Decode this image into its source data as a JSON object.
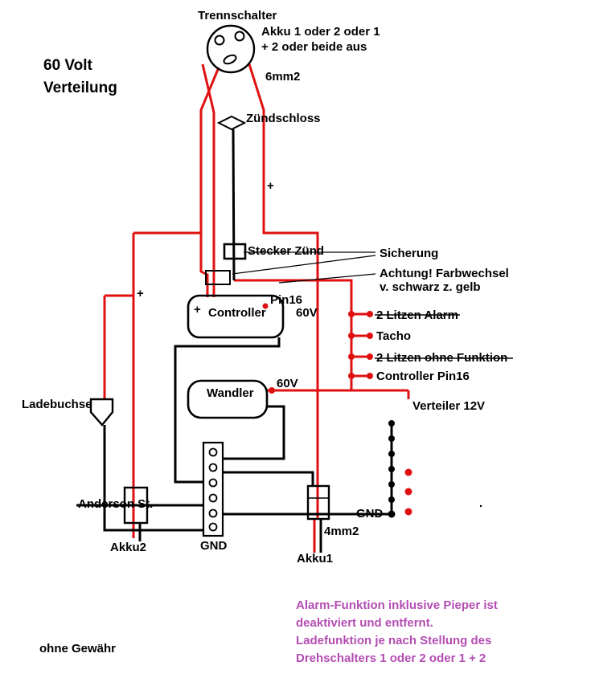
{
  "colors": {
    "wire_red": "#e01010",
    "wire_black": "#000000",
    "note_purple": "#b34db3"
  },
  "title": {
    "line1": "60 Volt",
    "line2": "Verteilung"
  },
  "labels": {
    "trennschalter": "Trennschalter",
    "akku_note_line1": "Akku 1 oder 2 oder 1",
    "akku_note_line2": "+ 2 oder beide aus",
    "wire_6mm2": "6mm2",
    "zuendschloss": "Zündschloss",
    "plus_top": "+",
    "stecker_zuend": "Stecker Zünd",
    "sicherung": "Sicherung",
    "achtung_line1": "Achtung! Farbwechsel",
    "achtung_line2": "v. schwarz z. gelb",
    "controller_plus": "+",
    "controller": "Controller",
    "pin16": "Pin16",
    "v60_controller": "60V",
    "litzen_alarm": "2 Litzen Alarm",
    "tacho": "Tacho",
    "litzen_ohne_funktion": "2 Litzen ohne Funktion",
    "controller_pin16": "Controller Pin16",
    "wandler": "Wandler",
    "v60_wandler": "60V",
    "verteiler_12v": "Verteiler 12V",
    "ladebuchse": "Ladebuchse",
    "plus_left": "+",
    "anderson": "Anderson St.",
    "akku2": "Akku2",
    "gnd_center": "GND",
    "akku1": "Akku1",
    "wire_4mm2": "4mm2",
    "gnd_right": "GND",
    "stray_mark": ".",
    "ohne_gewaehr": "ohne Gewähr"
  },
  "notes": {
    "purple_line1": "Alarm-Funktion inklusive Pieper ist",
    "purple_line2": "deaktiviert und entfernt.",
    "purple_line3": "Ladefunktion je nach Stellung des",
    "purple_line4": "Drehschalters 1 oder 2 oder 1 + 2"
  }
}
